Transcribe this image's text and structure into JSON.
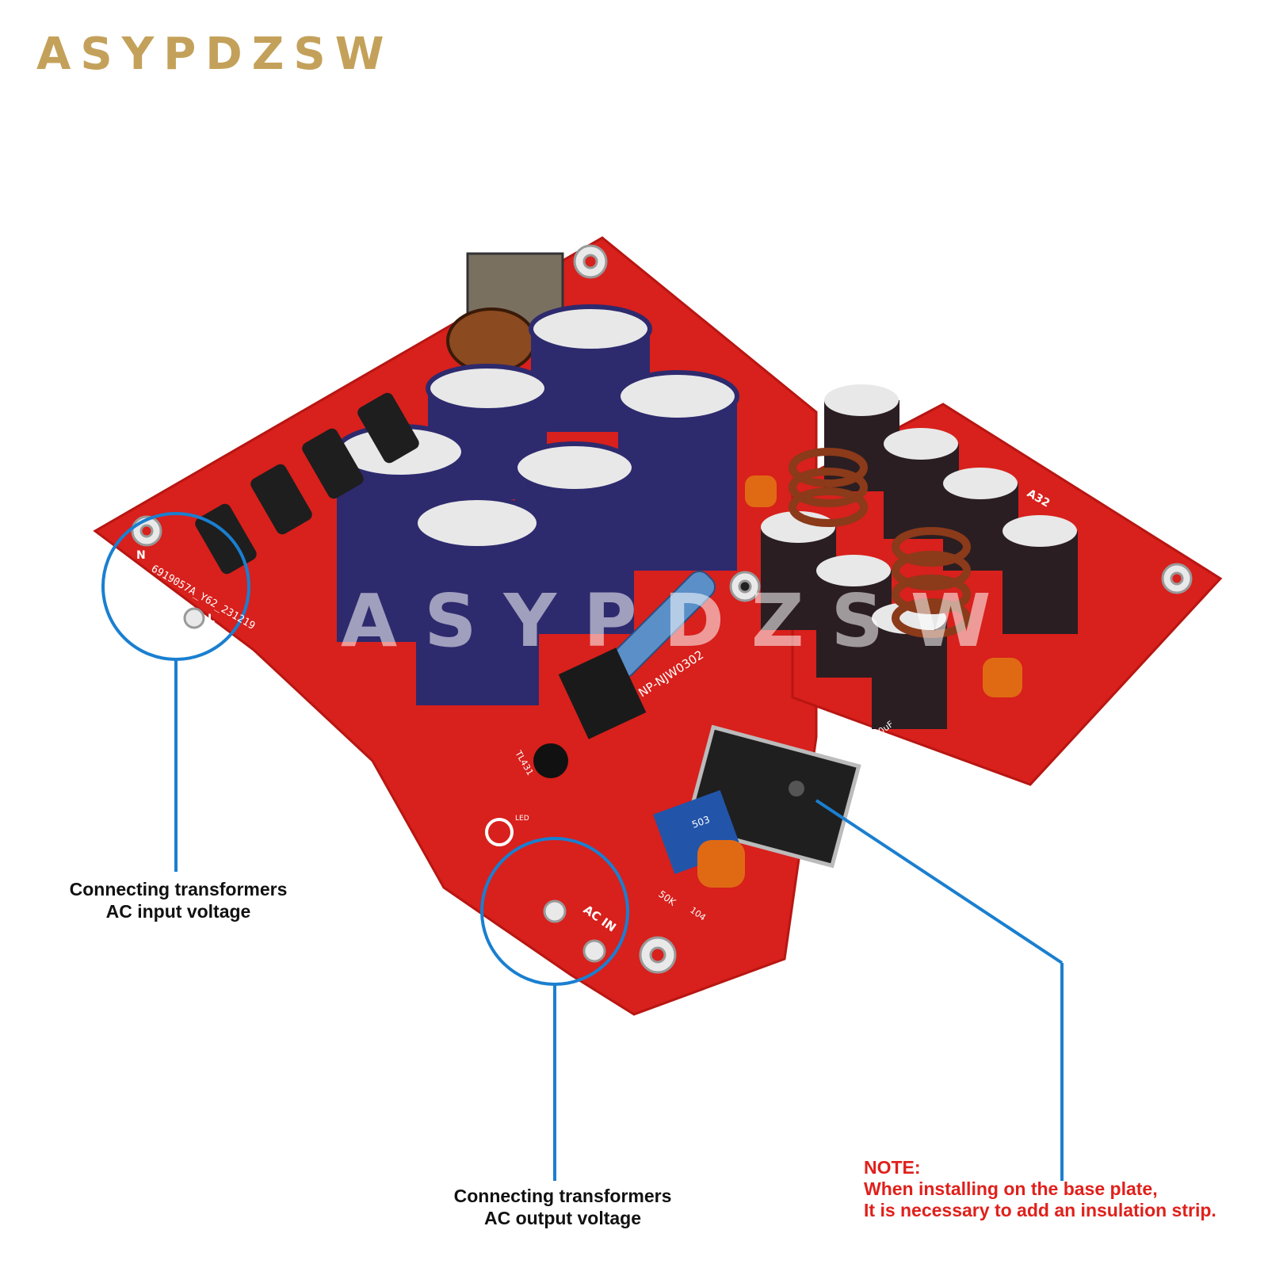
{
  "brand": {
    "name": "ASYPDZSW",
    "color": "#c4a15a"
  },
  "watermark": "ASYPDZSW",
  "board_markings": {
    "part_number": "6919057A_Y62_231219",
    "pin_n": "N",
    "pin_l": "L",
    "ac_in": "AC IN",
    "regulator": "NP-NJW0302",
    "ic": "TL431",
    "led": "LED",
    "trimmer": "50K",
    "trimmer_code": "503",
    "cap_code": "104",
    "small_cap": "220uF",
    "module": "A32"
  },
  "callouts": {
    "input": {
      "line1": "Connecting transformers",
      "line2": "AC input voltage"
    },
    "output": {
      "line1": "Connecting transformers",
      "line2": "AC output voltage"
    },
    "note": {
      "title": "NOTE:",
      "line1": "When installing on the base plate,",
      "line2": "It is necessary to add an insulation strip."
    },
    "line_color": "#1a7fd0"
  },
  "colors": {
    "pcb": "#d8201c",
    "capacitor": "#2e2a6e",
    "small_capacitor": "#2a1e22"
  }
}
